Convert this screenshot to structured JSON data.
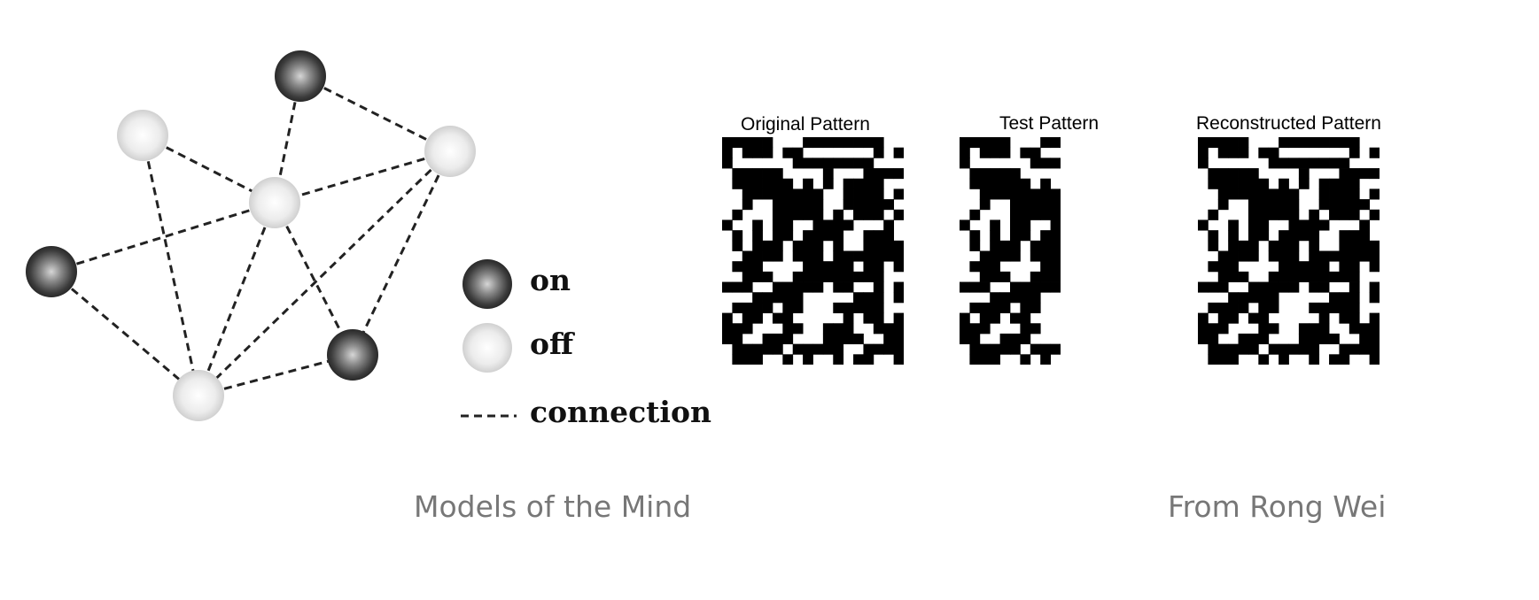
{
  "legend": {
    "on_label": "on",
    "off_label": "off",
    "connection_label": "connection"
  },
  "network": {
    "nodes": [
      {
        "id": "n1",
        "state": "on"
      },
      {
        "id": "n2",
        "state": "off"
      },
      {
        "id": "n3",
        "state": "off"
      },
      {
        "id": "n4",
        "state": "off"
      },
      {
        "id": "n5",
        "state": "on"
      },
      {
        "id": "n6",
        "state": "on"
      },
      {
        "id": "n7",
        "state": "off"
      }
    ],
    "edges": [
      [
        "n1",
        "n3"
      ],
      [
        "n1",
        "n4"
      ],
      [
        "n2",
        "n4"
      ],
      [
        "n2",
        "n7"
      ],
      [
        "n3",
        "n4"
      ],
      [
        "n3",
        "n7"
      ],
      [
        "n3",
        "n6"
      ],
      [
        "n4",
        "n5"
      ],
      [
        "n4",
        "n7"
      ],
      [
        "n4",
        "n6"
      ],
      [
        "n5",
        "n7"
      ],
      [
        "n7",
        "n6"
      ]
    ]
  },
  "patterns": {
    "original": {
      "title": "Original Pattern",
      "rows": [
        "111110001111111100",
        "101110110000000101",
        "100000011111111000",
        "011111000010001111",
        "011111101010111100",
        "001111111100111101",
        "001001111100111110",
        "010001111101011101",
        "100101100111100010",
        "010101101111001110",
        "010111011101001111",
        "001111011101111111",
        "011100001111101101",
        "001110011111111100",
        "111001111101100101",
        "000111110000011101",
        "011110110001111100",
        "101101100000101101",
        "111000110011100111",
        "110011100011110011",
        "011111011111001111",
        "011100101001011001"
      ]
    },
    "test": {
      "title": "Test Pattern",
      "rows": [
        "1111100011",
        "1011101100",
        "1000000111",
        "0111110000",
        "0111111010",
        "0011111111",
        "0010011111",
        "0100011111",
        "1001011001",
        "0101011011",
        "0101110111",
        "0011110111",
        "0111000011",
        "0011100111",
        "1110011111",
        "0001111100",
        "0111101100",
        "1011011000",
        "1110001100",
        "1100111000",
        "0111110111",
        "0111001010"
      ]
    },
    "reconstructed": {
      "title": "Reconstructed Pattern",
      "rows": [
        "111110001111111100",
        "101110110000000101",
        "100000011111111000",
        "011111000010001111",
        "011111101010111100",
        "001111111100111101",
        "001001111100111110",
        "010001111101011101",
        "100101100111100010",
        "010101101111001110",
        "010111011101001111",
        "001111011101111111",
        "011100001111101101",
        "001110011111111100",
        "111001111101100101",
        "000111110000011101",
        "011110110001111100",
        "101101100000101101",
        "111000110011100111",
        "110011100011110011",
        "011111011111001111",
        "011100101001011001"
      ]
    }
  },
  "captions": {
    "left": "Models of the Mind",
    "right": "From Rong Wei"
  }
}
